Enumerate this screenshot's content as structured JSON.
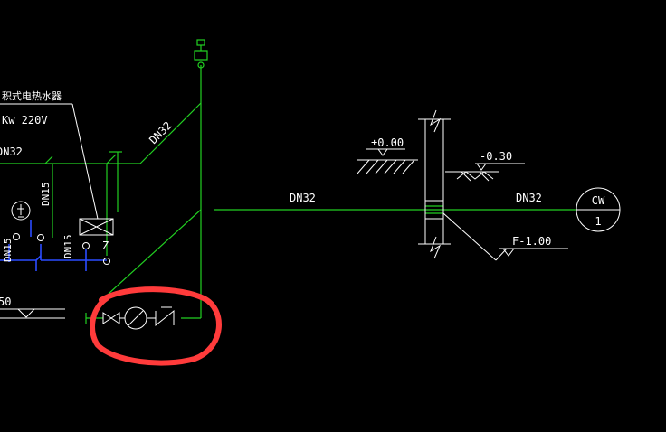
{
  "colors": {
    "background": "#000000",
    "pipe_green": "#22d022",
    "pipe_blue": "#2a4cff",
    "linework_white": "#ffffff",
    "highlight_red": "#ff3b3b"
  },
  "labels": {
    "heater_name": "积式电热水器",
    "heater_power": "Kw 220V",
    "pipe_upper_left": "DN32",
    "pipe_diagonal_upper": "DN32",
    "branch_a": "DN15",
    "branch_b": "DN15",
    "branch_c": "DN15",
    "main_left": "DN32",
    "main_right": "DN32",
    "elev_ground": "±0.00",
    "elev_outside": "-0.30",
    "elev_floor": "F-1.00",
    "elev_left": "50",
    "cw_top": "CW",
    "cw_bottom": "1",
    "drain_glyph": "Z"
  },
  "icons": [
    "gate-valve-icon",
    "water-meter-icon",
    "check-valve-icon",
    "faucet-icon",
    "person-symbol-icon",
    "water-heater-icon",
    "ground-hatch-icon",
    "wall-break-icon",
    "elevation-triangle-icon"
  ]
}
